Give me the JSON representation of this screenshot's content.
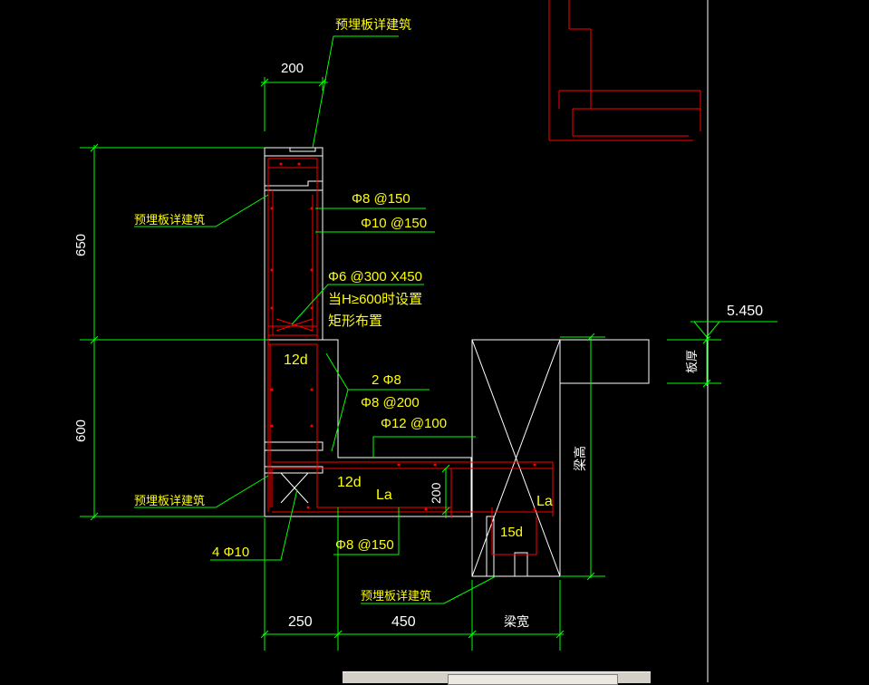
{
  "colors": {
    "background": "#000000",
    "dimension": "#00ff00",
    "annotation": "#ffff00",
    "outline": "#ffffff",
    "rebar": "#ff0000"
  },
  "labels": {
    "dim_top_200": "200",
    "embed_top": "预埋板详建筑",
    "embed_left_upper": "预埋板详建筑",
    "embed_left_lower": "预埋板详建筑",
    "embed_bottom": "预埋板详建筑",
    "rebar_phi8_150": "Φ8 @150",
    "rebar_phi10_150": "Φ10 @150",
    "rebar_phi6": "Φ6 @300 X450",
    "note_line1": "当H≥600时设置",
    "note_line2": "矩形布置",
    "dim_650": "650",
    "dim_600": "600",
    "anchor_12d_upper": "12d",
    "anchor_12d_lower": "12d",
    "rebar_2phi8": "2 Φ8",
    "rebar_phi8_200": "Φ8 @200",
    "rebar_phi12_100": "Φ12 @100",
    "la_left": "La",
    "la_right": "La",
    "dim_200_vertical": "200",
    "anchor_15d": "15d",
    "beam_height": "梁高",
    "slab_thickness": "板厚",
    "elevation": "5.450",
    "rebar_4phi10": "4 Φ10",
    "rebar_phi8_150_bottom": "Φ8 @150",
    "dim_250": "250",
    "dim_450": "450",
    "beam_width": "梁宽"
  }
}
